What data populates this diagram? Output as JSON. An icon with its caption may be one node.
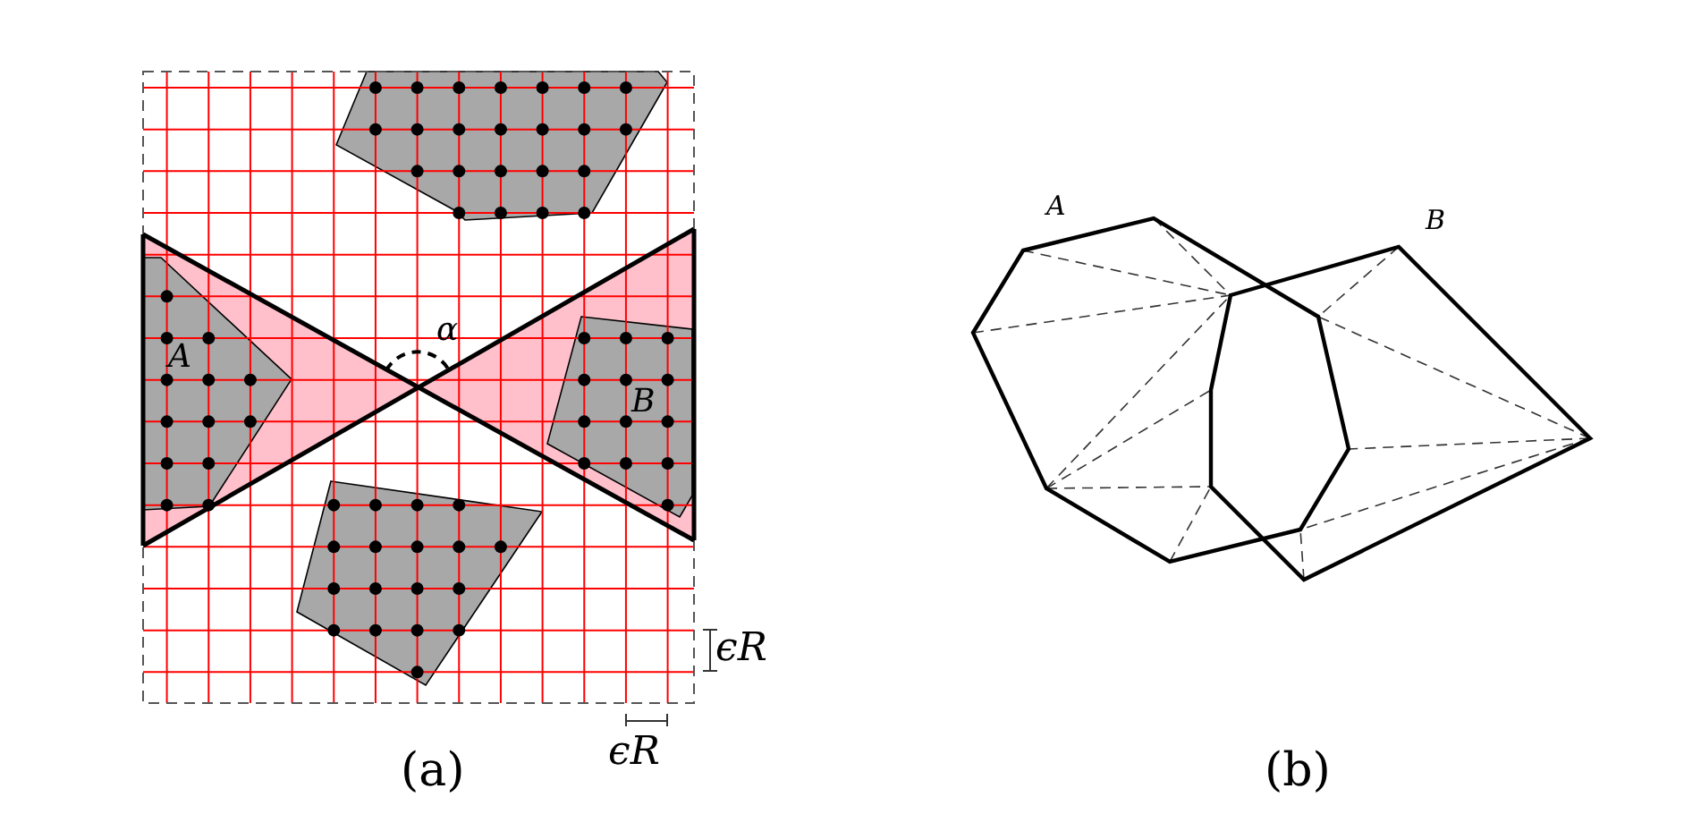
{
  "diagram": {
    "labels": [
      "α",
      "A",
      "B",
      "ϵR",
      "ϵR",
      "(a)",
      "A",
      "B",
      "(b)"
    ]
  }
}
